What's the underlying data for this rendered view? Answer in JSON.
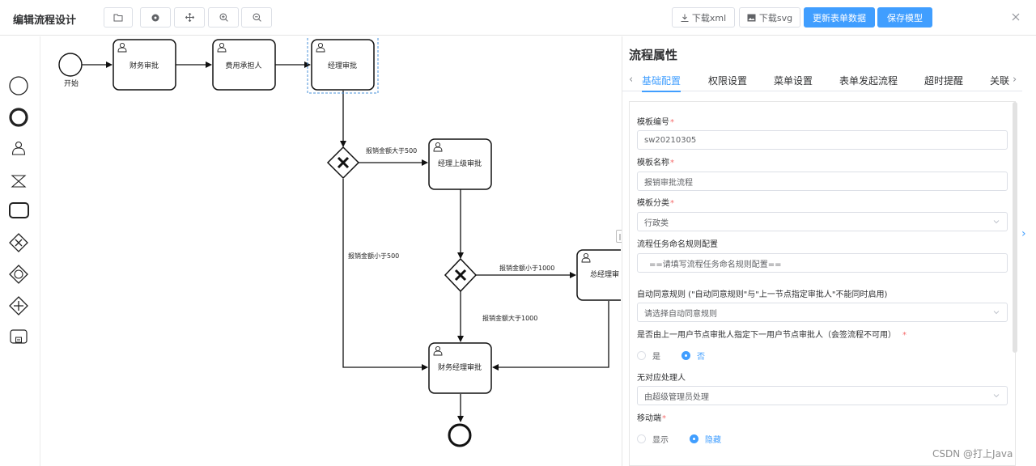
{
  "header": {
    "title": "编辑流程设计",
    "download_xml": "下载xml",
    "download_svg": "下载svg",
    "update_form_data": "更新表单数据",
    "save_model": "保存模型"
  },
  "palette": {
    "tools": [
      "start-event",
      "end-event",
      "user-task",
      "service-task",
      "task",
      "exclusive-gateway",
      "inclusive-gateway",
      "parallel-gateway",
      "subprocess"
    ]
  },
  "diagram": {
    "start_label": "开始",
    "tasks": {
      "finance_approval": "财务审批",
      "cost_bearer": "费用承担人",
      "manager_approval": "经理审批",
      "manager_superior": "经理上级审批",
      "general_manager": "总经理审",
      "finance_manager": "财务经理审批"
    },
    "flows": {
      "gt500": "报销金额大于500",
      "lt500": "报销金额小于500",
      "lt1000": "报销金额小于1000",
      "gt1000": "报销金额大于1000"
    }
  },
  "panel": {
    "title": "流程属性",
    "tabs": [
      "基础配置",
      "权限设置",
      "菜单设置",
      "表单发起流程",
      "超时提醒",
      "关联"
    ],
    "active_tab": "基础配置",
    "form": {
      "template_code_label": "模板编号",
      "template_code_value": "sw20210305",
      "template_name_label": "模板名称",
      "template_name_value": "报销审批流程",
      "template_category_label": "模板分类",
      "template_category_value": "行政类",
      "task_naming_label": "流程任务命名规则配置",
      "task_naming_value": "==请填写流程任务命名规则配置==",
      "auto_approve_label": "自动同意规则 (\"自动同意规则\"与\"上一节点指定审批人\"不能同时启用)",
      "auto_approve_placeholder": "请选择自动同意规则",
      "prev_assign_label": "是否由上一用户节点审批人指定下一用户节点审批人（会签流程不可用）",
      "yes": "是",
      "no": "否",
      "prev_assign_value": "否",
      "no_handler_label": "无对应处理人",
      "no_handler_value": "由超级管理员处理",
      "mobile_label": "移动端",
      "show": "显示",
      "hide": "隐藏",
      "mobile_value": "隐藏"
    }
  },
  "watermark": "CSDN @打上Java",
  "colors": {
    "primary": "#409eff",
    "required": "#f56c6c"
  }
}
